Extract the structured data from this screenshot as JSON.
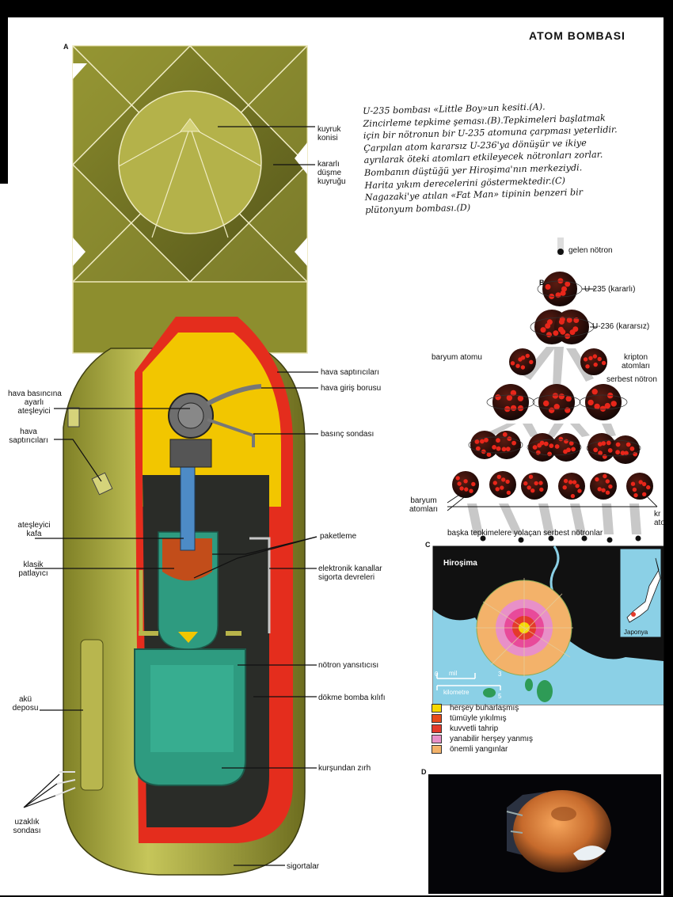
{
  "page_title": "ATOM BOMBASI",
  "panel_letters": {
    "a": "A",
    "c": "C",
    "d": "D"
  },
  "caption_lines": [
    "U-235 bombası «Little Boy»un kesiti.(A).",
    "Zincirleme tepkime şeması.(B).Tepkimeleri başlatmak",
    "için bir nötronun bir U-235 atomuna çarpması yeterlidir.",
    "Çarpılan atom kararsız U-236'ya dönüşür ve ikiye",
    "ayrılarak öteki atomları etkileyecek nötronları zorlar.",
    "Bombanın düştüğü yer Hiroşima'nın merkeziydi.",
    "Harita yıkım derecelerini göstermektedir.(C)",
    "Nagazaki'ye atılan «Fat Man» tipinin benzeri bir",
    "plütonyum bombası.(D)"
  ],
  "bomb_labels": {
    "kuyruk_konisi": [
      "kuyruk",
      "konisi"
    ],
    "kararli_dusme_kuyrugu": [
      "kararlı",
      "düşme",
      "kuyruğu"
    ],
    "hava_saptiricilari_right": "hava saptırıcıları",
    "hava_giris_borusu": "hava giriş borusu",
    "hava_basincina": [
      "hava basıncına",
      "ayarlı",
      "ateşleyici"
    ],
    "hava_saptiricilari_left": [
      "hava",
      "saptırıcıları"
    ],
    "basinc_sondasi": "basınç sondası",
    "atesleyici_kafa": [
      "ateşleyici",
      "kafa"
    ],
    "paketleme": "paketleme",
    "klasik_patlayici": [
      "klasik",
      "patlayıcı"
    ],
    "elektronik": [
      "elektronik kanallar",
      "sigorta devreleri"
    ],
    "notron_yansiticisi": "nötron yansıtıcısı",
    "dokme_bomba_kilifi": "dökme bomba kılıfı",
    "aku_deposu": [
      "akü",
      "deposu"
    ],
    "kursundan_zirh": "kurşundan zırh",
    "uzaklik_sondasi": [
      "uzaklık",
      "sondası"
    ],
    "sigortalar": "sigortalar"
  },
  "reaction_labels": {
    "B_letter": "B",
    "gelen_notron": "gelen nötron",
    "u235": "U-235 (kararlı)",
    "u236": "U-236 (kararsız)",
    "baryum_atomu": "baryum atomu",
    "kripton": [
      "kripton",
      "atomları"
    ],
    "serbest_notron": "serbest nötron",
    "baryum_atomlari": [
      "baryum",
      "atomları"
    ],
    "kr_ato": [
      "kr",
      "ato"
    ],
    "bottom": "başka tepkimelere yolaçan serbest nötronlar"
  },
  "map": {
    "city": "Hiroşima",
    "inset": "Japonya",
    "scale_mi": "mil",
    "scale_km": "kilometre",
    "scale_ticks": [
      "0",
      "3",
      "5"
    ]
  },
  "legend": [
    {
      "label": "herşey buharlaşmış",
      "color": "#f6d800"
    },
    {
      "label": "tümüyle yıkılmış",
      "color": "#e84a1a"
    },
    {
      "label": "kuvvetli tahrip",
      "color": "#e43a2a"
    },
    {
      "label": "yanabilir herşey yanmış",
      "color": "#e890c8"
    },
    {
      "label": "önemli yangınlar",
      "color": "#f3b26a"
    }
  ],
  "colors": {
    "bomb_body": "#a7a83a",
    "bomb_dark": "#5c5b1a",
    "inner_yellow": "#f2c600",
    "inner_red": "#e42d1d",
    "reflector": "#2e9b80",
    "ocean": "#8bd0e6",
    "land": "#111111"
  }
}
